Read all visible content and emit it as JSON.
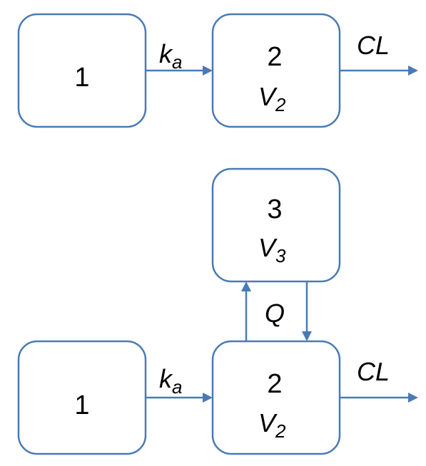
{
  "diagram_top": {
    "depot": {
      "label": "1"
    },
    "central": {
      "label": "2",
      "volume": "V",
      "volume_sub": "2"
    },
    "absorption": {
      "symbol": "k",
      "sub": "a"
    },
    "elimination": {
      "label": "CL"
    }
  },
  "diagram_bottom": {
    "depot": {
      "label": "1"
    },
    "central": {
      "label": "2",
      "volume": "V",
      "volume_sub": "2"
    },
    "peripheral": {
      "label": "3",
      "volume": "V",
      "volume_sub": "3"
    },
    "absorption": {
      "symbol": "k",
      "sub": "a"
    },
    "intercompartmental": {
      "label": "Q"
    },
    "elimination": {
      "label": "CL"
    }
  },
  "colors": {
    "stroke": "#4a7ab5",
    "fill": "#ffffff",
    "text": "#000000"
  }
}
